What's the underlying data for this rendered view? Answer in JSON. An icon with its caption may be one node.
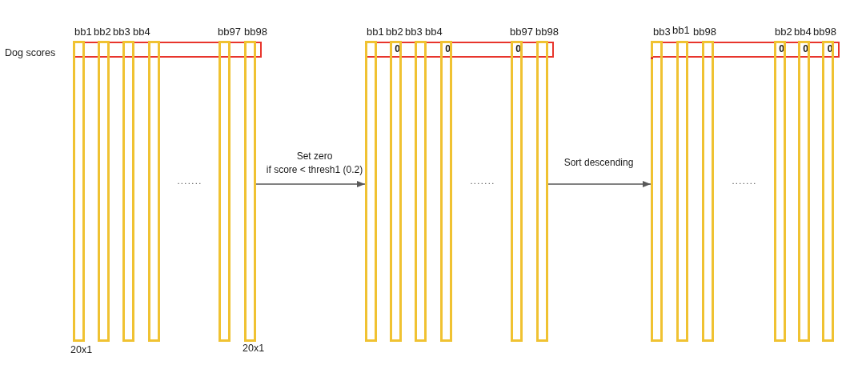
{
  "diagram": {
    "nodes": [
      {
        "text": [],
        "shape": "box",
        "beside": [
          "Dog scores"
        ]
      },
      {
        "text": [
          "bb1"
        ],
        "beside": [
          "20x1"
        ]
      },
      {
        "text": [
          "bb2"
        ]
      },
      {
        "text": [
          "bb3"
        ]
      },
      {
        "text": [
          "bb4"
        ]
      },
      {
        "text": [
          "bb97"
        ]
      },
      {
        "text": [
          "bb98"
        ],
        "beside": [
          "20x1"
        ]
      },
      {
        "text": [
          "0",
          "0",
          "0"
        ]
      },
      {
        "text": [
          "bb1"
        ]
      },
      {
        "text": [
          "bb2"
        ]
      },
      {
        "text": [
          "bb3"
        ]
      },
      {
        "text": [
          "bb4"
        ]
      },
      {
        "text": [
          "bb97"
        ]
      },
      {
        "text": [
          "bb98"
        ]
      },
      {
        "text": [
          "0",
          "0",
          "0"
        ]
      },
      {
        "text": [
          "bb3"
        ]
      },
      {
        "text": [
          "bb1"
        ]
      },
      {
        "text": [
          "bb98"
        ]
      },
      {
        "text": [
          "bb2"
        ]
      },
      {
        "text": [
          "bb4"
        ]
      },
      {
        "text": [
          "bb98"
        ]
      }
    ],
    "edges": [
      {
        "from": 6,
        "to": 8,
        "arrow": "to",
        "label": "Set zero if score < thresh1 (0.2)"
      },
      {
        "from": 13,
        "to": 15,
        "arrow": "to",
        "label": "Sort descending"
      }
    ],
    "labels": [
      ".......",
      ".......",
      "......."
    ]
  }
}
